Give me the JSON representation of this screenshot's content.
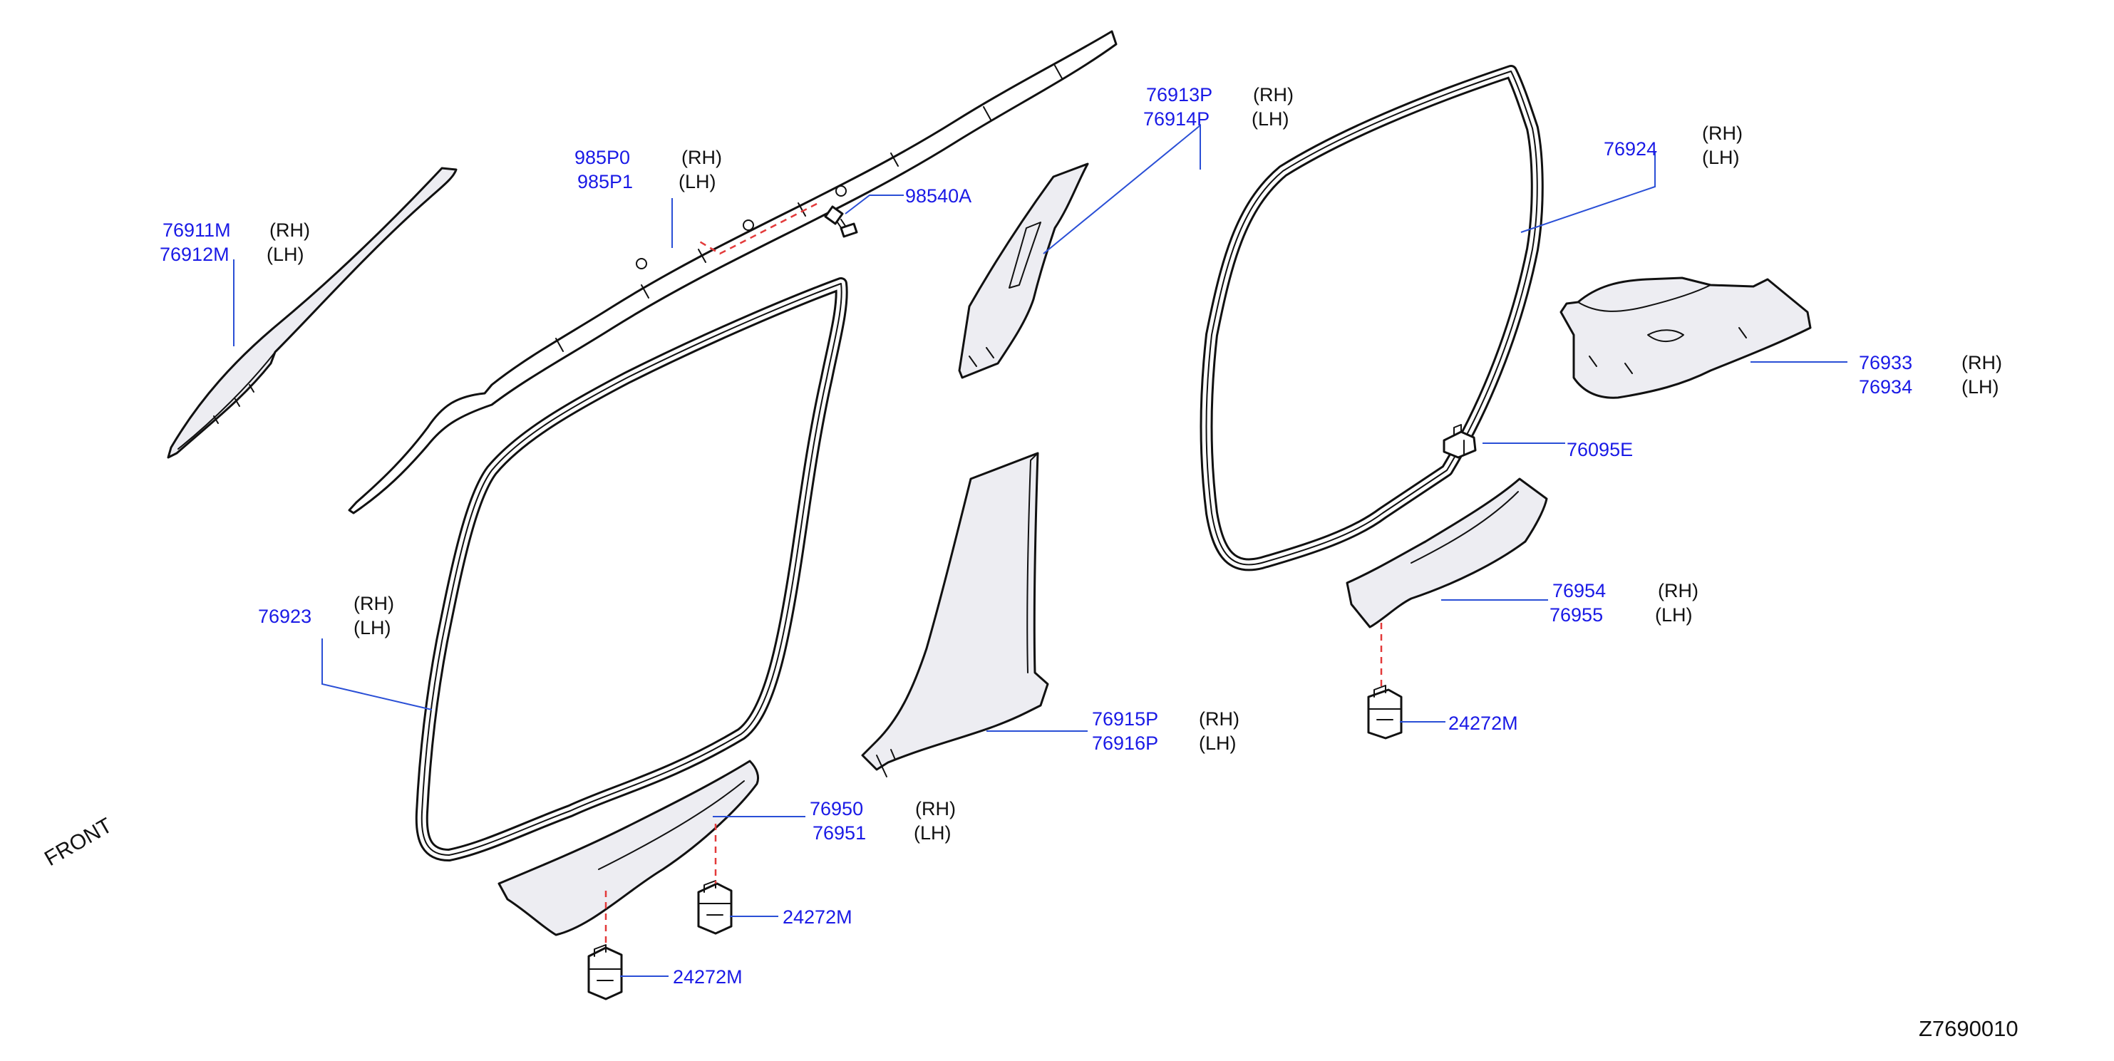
{
  "front_label": "FRONT",
  "diagram_code": "Z7690010",
  "callouts": {
    "c76911": {
      "part_rh": "76911M",
      "side_rh": "(RH)",
      "part_lh": "76912M",
      "side_lh": "(LH)"
    },
    "c985p": {
      "part_rh": "985P0",
      "side_rh": "(RH)",
      "part_lh": "985P1",
      "side_lh": "(LH)"
    },
    "c98540": {
      "part": "98540A"
    },
    "c76913": {
      "part_rh": "76913P",
      "side_rh": "(RH)",
      "part_lh": "76914P",
      "side_lh": "(LH)"
    },
    "c76924": {
      "part": "76924",
      "side_rh": "(RH)",
      "side_lh": "(LH)"
    },
    "c76933": {
      "part_rh": "76933",
      "side_rh": "(RH)",
      "part_lh": "76934",
      "side_lh": "(LH)"
    },
    "c76095": {
      "part": "76095E"
    },
    "c76954": {
      "part_rh": "76954",
      "side_rh": "(RH)",
      "part_lh": "76955",
      "side_lh": "(LH)"
    },
    "c24272_right": {
      "part": "24272M"
    },
    "c76923": {
      "part": "76923",
      "side_rh": "(RH)",
      "side_lh": "(LH)"
    },
    "c76915": {
      "part_rh": "76915P",
      "side_rh": "(RH)",
      "part_lh": "76916P",
      "side_lh": "(LH)"
    },
    "c76950": {
      "part_rh": "76950",
      "side_rh": "(RH)",
      "part_lh": "76951",
      "side_lh": "(LH)"
    },
    "c24272_mid": {
      "part": "24272M"
    },
    "c24272_low": {
      "part": "24272M"
    }
  }
}
